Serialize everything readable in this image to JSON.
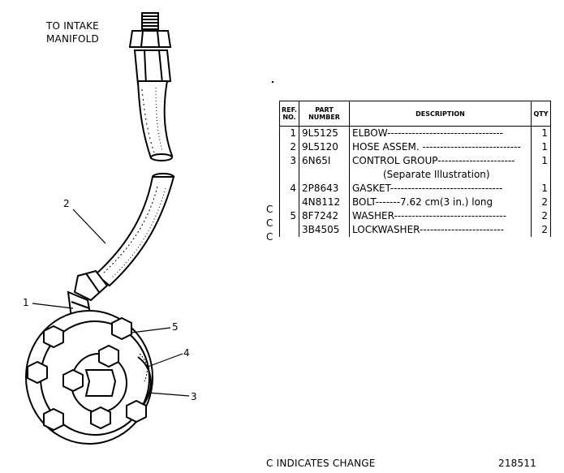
{
  "illustration": {
    "intake_label_line1": "TO INTAKE",
    "intake_label_line2": "MANIFOLD",
    "callouts": [
      "1",
      "2",
      "3",
      "4",
      "5"
    ]
  },
  "table": {
    "headers": {
      "ref_line1": "REF.",
      "ref_line2": "NO.",
      "part_line1": "PART",
      "part_line2": "NUMBER",
      "description": "DESCRIPTION",
      "qty": "QTY"
    },
    "rows": [
      {
        "ref": "1",
        "part": "9L5125",
        "desc": "ELBOW---------------------------------",
        "qty": "1"
      },
      {
        "ref": "2",
        "part": "9L5120",
        "desc": "HOSE ASSEM. ----------------------------",
        "qty": "1"
      },
      {
        "ref": "3",
        "part": "6N65I",
        "desc": "CONTROL GROUP----------------------",
        "desc_sub": "(Separate Illustration)",
        "qty": "1"
      },
      {
        "ref": "4",
        "part": "2P8643",
        "desc": "GASKET--------------------------------",
        "qty": "1"
      },
      {
        "ref": "",
        "part": "4N8112",
        "desc": "BOLT-------7.62 cm(3 in.) long",
        "qty": "2",
        "change": "C"
      },
      {
        "ref": "5",
        "part": "8F7242",
        "desc": "WASHER--------------------------------",
        "qty": "2",
        "change": "C"
      },
      {
        "ref": "",
        "part": "3B4505",
        "desc": "LOCKWASHER------------------------",
        "qty": "2",
        "change": "C"
      }
    ]
  },
  "footer": {
    "change_note": "C INDICATES CHANGE",
    "figure_number": "218511"
  }
}
